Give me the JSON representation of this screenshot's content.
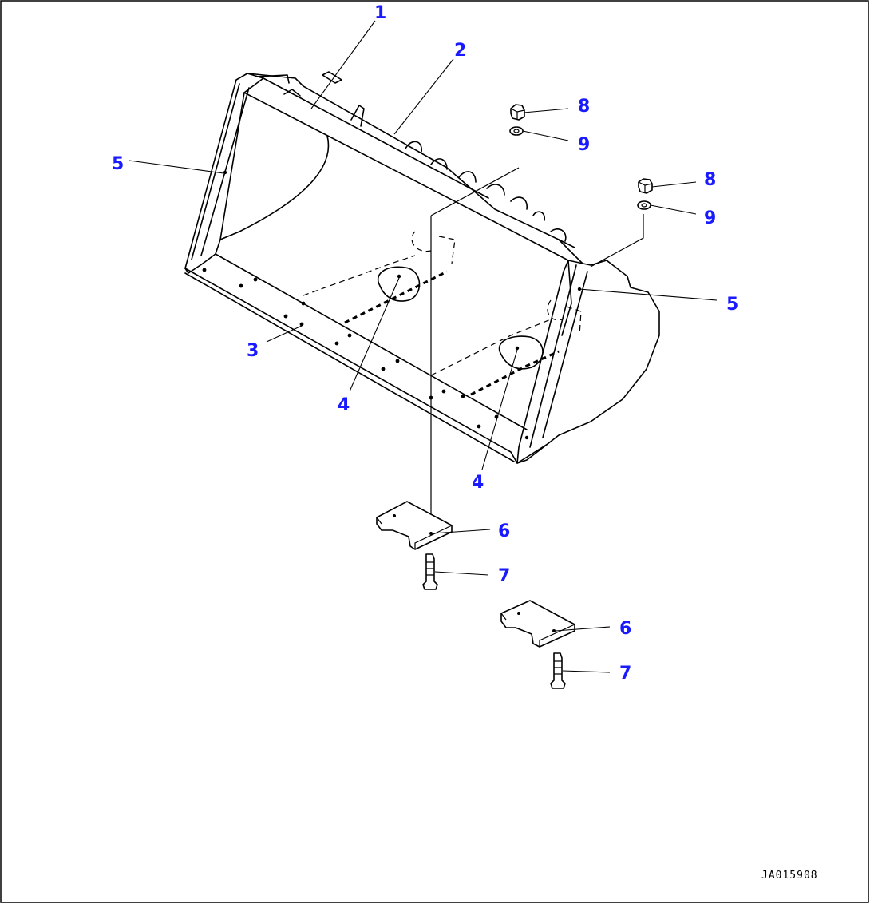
{
  "callouts": {
    "c1": "1",
    "c2": "2",
    "c3": "3",
    "c4a": "4",
    "c4b": "4",
    "c5a": "5",
    "c5b": "5",
    "c6a": "6",
    "c6b": "6",
    "c7a": "7",
    "c7b": "7",
    "c8a": "8",
    "c8b": "8",
    "c9a": "9",
    "c9b": "9"
  },
  "drawing_id": "JA015908",
  "colors": {
    "callout": "#1a1aff",
    "line": "#000000",
    "background": "#ffffff"
  }
}
